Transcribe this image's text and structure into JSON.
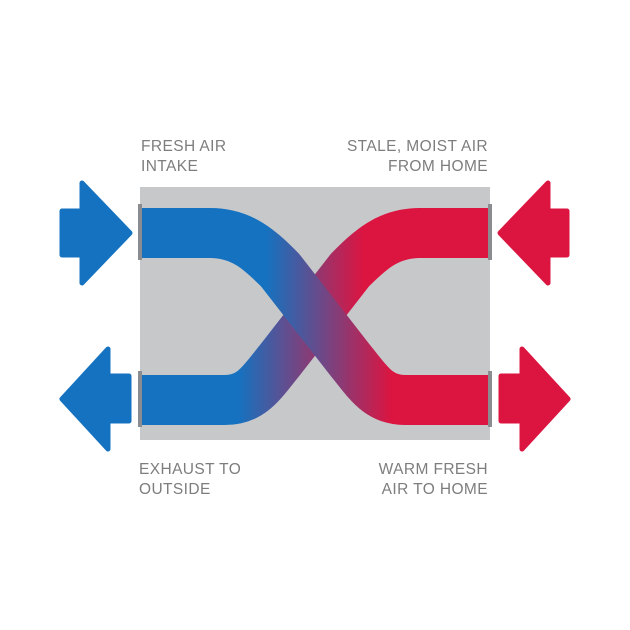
{
  "labels": {
    "fresh_air_intake": [
      "FRESH AIR",
      "INTAKE"
    ],
    "stale_moist_air": [
      "STALE, MOIST AIR",
      "FROM HOME"
    ],
    "exhaust_to_outside": [
      "EXHAUST TO",
      "OUTSIDE"
    ],
    "warm_fresh_air": [
      "WARM FRESH",
      "AIR TO HOME"
    ]
  },
  "colors": {
    "cold_blue": "#1572c0",
    "warm_red": "#dc1440",
    "core_gray": "#c7c8ca",
    "port_gray": "#8a8c8f",
    "label_gray": "#7d7d7d"
  },
  "icons": {
    "top_left": "arrow-right-icon",
    "bottom_left": "arrow-left-icon",
    "top_right": "arrow-left-icon",
    "bottom_right": "arrow-right-icon"
  }
}
